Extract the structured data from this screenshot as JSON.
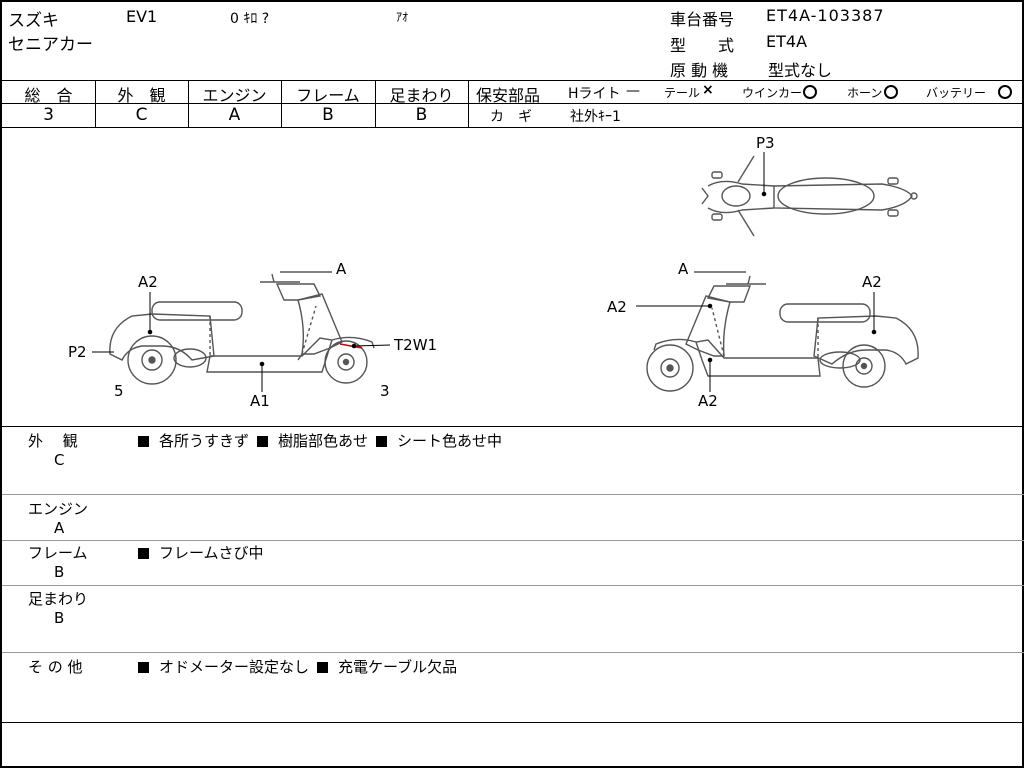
{
  "header": {
    "maker": "スズキ",
    "model": "EV1",
    "mileage": "0 ｷﾛ ?",
    "color": "ｱｵ",
    "name": "セニアカー",
    "frame_label": "車台番号",
    "frame_value": "ET4A-103387",
    "type_label": "型　　式",
    "type_value": "ET4A",
    "engine_label": "原 動 機",
    "engine_value": "型式なし"
  },
  "grades": {
    "total": {
      "label": "総　合",
      "value": "3"
    },
    "exterior": {
      "label": "外　観",
      "value": "C"
    },
    "engine": {
      "label": "エンジン",
      "value": "A"
    },
    "frame": {
      "label": "フレーム",
      "value": "B"
    },
    "suspension": {
      "label": "足まわり",
      "value": "B"
    }
  },
  "safety": {
    "title": "保安部品",
    "headlight": "Hライト",
    "headlight_mark": "—",
    "tail": "テール",
    "tail_mark": "×",
    "winker": "ウインカー",
    "horn": "ホーン",
    "battery": "バッテリー",
    "key_label": "カ　ギ",
    "key_value": "社外ｷｰ1"
  },
  "diagram": {
    "left": {
      "A": "A",
      "A2": "A2",
      "P2": "P2",
      "T2W1": "T2W1",
      "A1": "A1",
      "n5": "5",
      "n3": "3"
    },
    "right": {
      "A": "A",
      "A2_left": "A2",
      "A2_right": "A2",
      "A2_bottom": "A2"
    },
    "top": {
      "P3": "P3"
    }
  },
  "notes": [
    {
      "label": "外　 観",
      "grade": "C",
      "items": [
        "各所うすきず",
        "樹脂部色あせ",
        "シート色あせ中"
      ]
    },
    {
      "label": "エンジン",
      "grade": "A",
      "items": []
    },
    {
      "label": "フレーム",
      "grade": "B",
      "items": [
        "フレームさび中"
      ]
    },
    {
      "label": "足まわり",
      "grade": "B",
      "items": []
    },
    {
      "label": "そ の 他",
      "grade": "",
      "items": [
        "オドメーター設定なし",
        "充電ケーブル欠品"
      ]
    }
  ]
}
